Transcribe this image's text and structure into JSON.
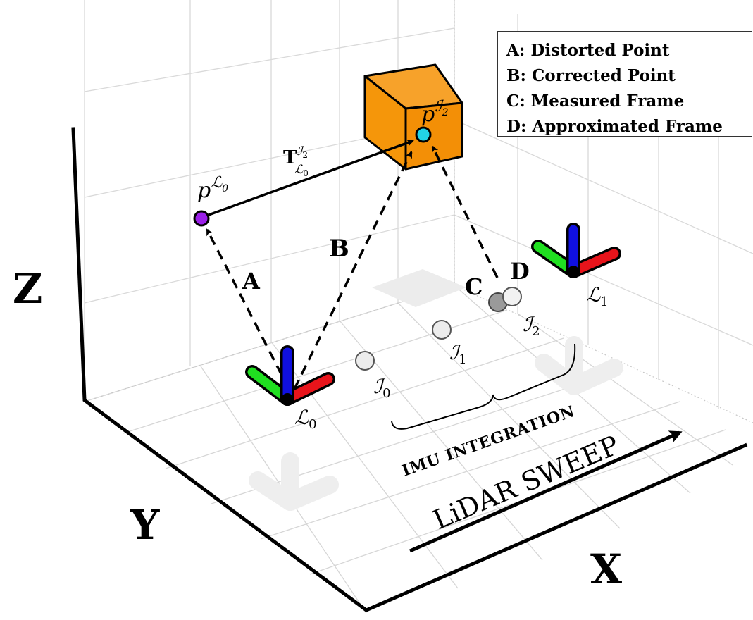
{
  "axes": {
    "x": "X",
    "y": "Y",
    "z": "Z"
  },
  "legend": [
    {
      "key": "A",
      "text": "A: Distorted Point"
    },
    {
      "key": "B",
      "text": "B: Corrected Point"
    },
    {
      "key": "C",
      "text": "C: Measured Frame"
    },
    {
      "key": "D",
      "text": "D: Approximated Frame"
    }
  ],
  "arrow_labels": {
    "a": "A",
    "b": "B",
    "c": "C",
    "d": "D"
  },
  "points": {
    "p_L0": {
      "base": "p",
      "sup": "ℒ",
      "supsub": "0"
    },
    "p_I2": {
      "base": "p",
      "sup": "ℐ",
      "supsub": "2"
    }
  },
  "transform": {
    "base": "T",
    "sup": "ℐ",
    "supsub": "2",
    "sub": "ℒ",
    "subsub": "0"
  },
  "frames": {
    "L0": {
      "base": "ℒ",
      "sub": "0"
    },
    "L1": {
      "base": "ℒ",
      "sub": "1"
    }
  },
  "imu_nodes": [
    {
      "base": "ℐ",
      "sub": "0"
    },
    {
      "base": "ℐ",
      "sub": "1"
    },
    {
      "base": "ℐ",
      "sub": "2"
    }
  ],
  "imu_integration": "IMU INTEGRATION",
  "lidar_sweep": "LiDAR SWEEP",
  "colors": {
    "cube": "#f5960a",
    "point_L0": "#9b1fe8",
    "point_I2": "#22d3e6",
    "axis_red": "#e8141b",
    "axis_green": "#20e020",
    "axis_blue": "#1010e0",
    "grid": "#d6d6d6"
  }
}
